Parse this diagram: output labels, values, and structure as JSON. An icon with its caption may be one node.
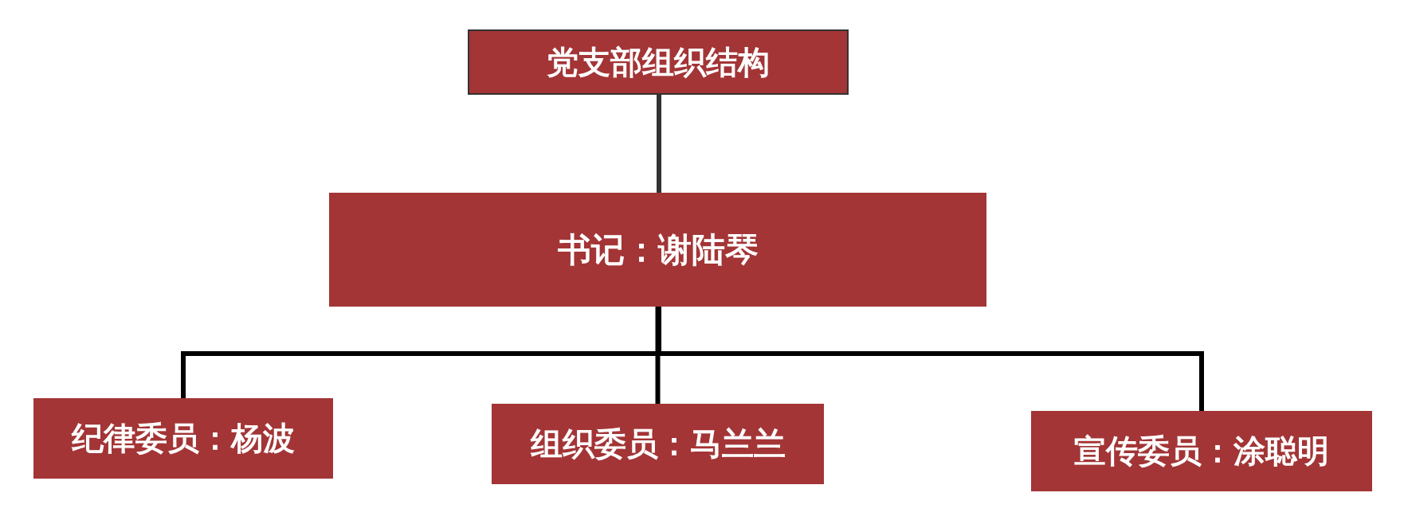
{
  "diagram": {
    "nodes": [
      {
        "text": [
          "党支部组织结构"
        ]
      },
      {
        "text": [
          "书记：谢陆琴"
        ]
      },
      {
        "text": [
          "纪律委员：杨波"
        ]
      },
      {
        "text": [
          "组织委员：马兰兰"
        ]
      },
      {
        "text": [
          "宣传委员：涂聪明"
        ]
      }
    ],
    "edges": [
      {
        "from": 0,
        "to": 1,
        "arrow": "none"
      },
      {
        "from": 1,
        "to": 2,
        "arrow": "none"
      },
      {
        "from": 1,
        "to": 3,
        "arrow": "none"
      },
      {
        "from": 1,
        "to": 4,
        "arrow": "none"
      }
    ]
  }
}
